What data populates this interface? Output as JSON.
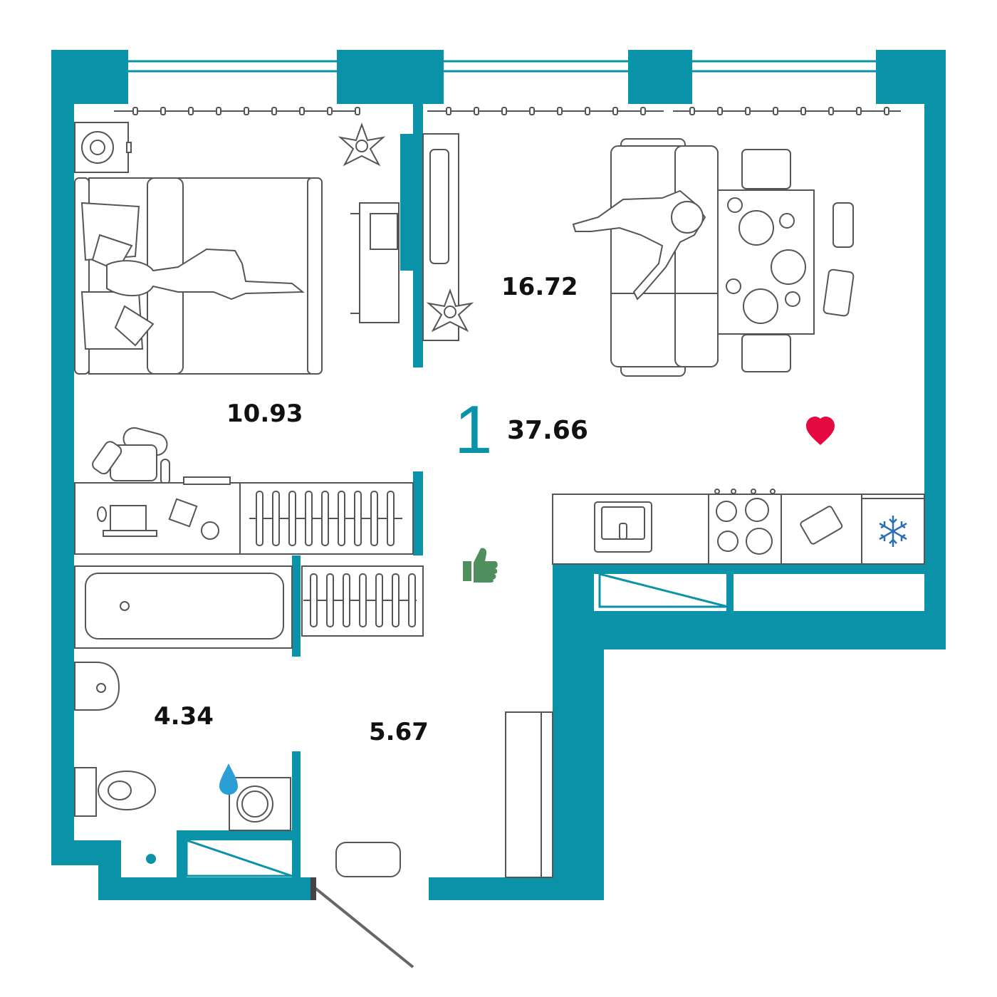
{
  "colors": {
    "wall": "#0a93a8",
    "line": "#555555",
    "background": "#ffffff",
    "text": "#111111",
    "heart": "#e4093f",
    "thumb": "#4f8f5d",
    "snowflake": "#2c6fb4",
    "drop": "#2a9fd6",
    "door_swing": "#666666"
  },
  "plan": {
    "rooms_count": "1",
    "total_area": "37.66",
    "areas": {
      "living_kitchen": "16.72",
      "bedroom": "10.93",
      "bathroom": "4.34",
      "hallway": "5.67"
    }
  },
  "icons": {
    "heart": "heart-icon",
    "thumbs_up": "thumbs-up-icon",
    "snowflake": "snowflake-icon",
    "water_drop": "water-drop-icon"
  }
}
